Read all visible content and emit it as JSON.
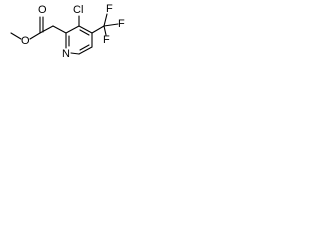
{
  "molecule": {
    "atoms": {
      "chlorine": "Cl",
      "carbonyl_oxygen": "O",
      "ester_oxygen": "O",
      "pyridine_nitrogen": "N",
      "fluorine_top": "F",
      "fluorine_right": "F",
      "fluorine_bottom": "F"
    }
  }
}
